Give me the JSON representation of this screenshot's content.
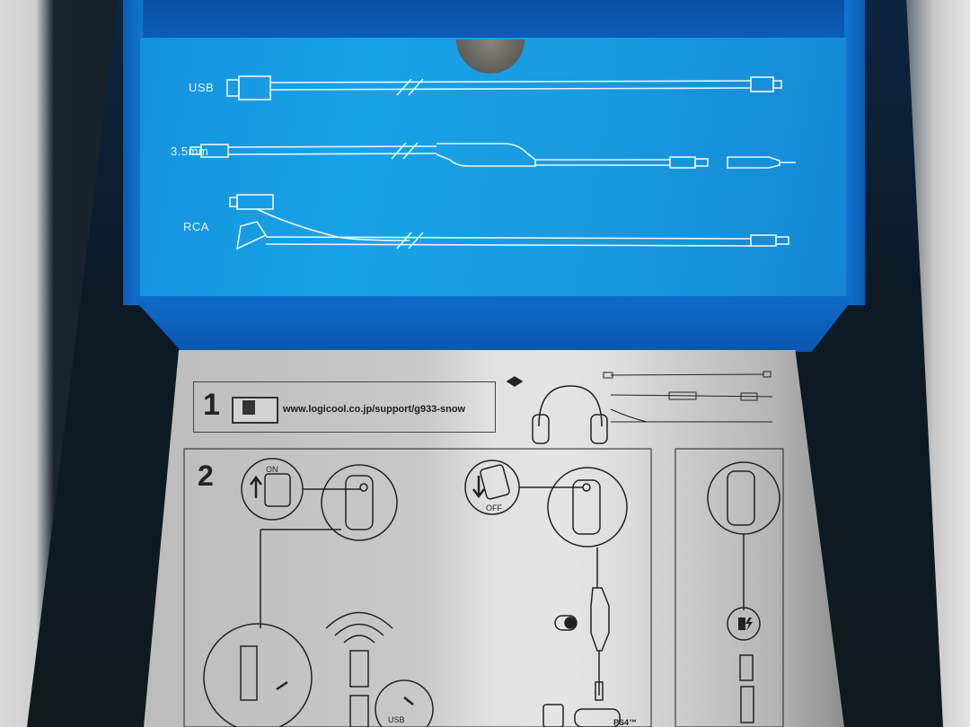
{
  "scene": {
    "description": "Open headset product box showing blue cable-guide insert and quick-start instruction sheet",
    "colors": {
      "insert_blue": "#18a2e6",
      "insert_blue_dark": "#0b56ad",
      "box_dark": "#0d1820",
      "sheet_gray": "#d8d8d8",
      "line_white": "#eaf6ff",
      "ink": "#222222"
    }
  },
  "cable_insert": {
    "cables": [
      {
        "label": "USB",
        "icon": "usb-cable-icon"
      },
      {
        "label": "3.5mm",
        "icon": "audio-cable-with-inline-control-and-adapter-icon"
      },
      {
        "label": "RCA",
        "icon": "rca-cable-icon"
      }
    ],
    "notch": "finger-notch"
  },
  "instructions": {
    "step1": {
      "number": "1",
      "icon": "monitor-download-icon",
      "url": "www.logicool.co.jp/support/g933-snow"
    },
    "box_contents": {
      "icons": [
        "box-open-icon",
        "headset-icon",
        "usb-cable-icon",
        "audio-cable-icon",
        "rca-cable-icon"
      ]
    },
    "step2": {
      "number": "2",
      "power_on_label": "ON",
      "power_off_label": "OFF",
      "usb_label": "USB",
      "console_label": "PS4™",
      "icons": [
        "power-icon",
        "arrow-up-icon",
        "arrow-down-icon",
        "wireless-signal-icon",
        "usb-receiver-icon",
        "headphones-icon",
        "microphone-icon",
        "mic-mute-icon",
        "volume-icon",
        "battery-charging-icon",
        "lightning-icon",
        "phone-icon",
        "gamepad-icon"
      ]
    }
  }
}
